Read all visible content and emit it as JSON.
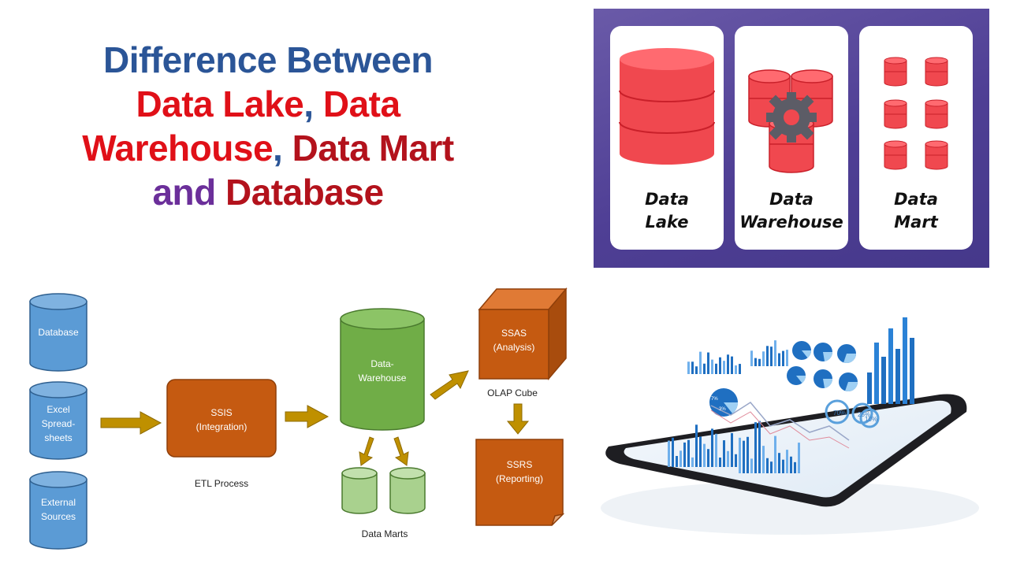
{
  "title": {
    "line1": "Difference Between",
    "line2_a": "Data Lake",
    "line2_b": ", ",
    "line2_c": "Data",
    "line3_a": "Warehouse",
    "line3_b": ", ",
    "line3_c": "Data Mart",
    "line4_a": "and",
    "line4_b": " Database"
  },
  "panel": {
    "cards": [
      {
        "line1": "Data",
        "line2": "Lake"
      },
      {
        "line1": "Data",
        "line2": "Warehouse"
      },
      {
        "line1": "Data",
        "line2": "Mart"
      }
    ]
  },
  "diagram": {
    "sources": [
      {
        "lines": [
          "Database"
        ]
      },
      {
        "lines": [
          "Excel",
          "Spread-",
          "sheets"
        ]
      },
      {
        "lines": [
          "External",
          "Sources"
        ]
      }
    ],
    "ssis": {
      "line1": "SSIS",
      "line2": "(Integration)"
    },
    "etl_caption": "ETL Process",
    "warehouse": {
      "line1": "Data-",
      "line2": "Warehouse"
    },
    "marts_caption": "Data Marts",
    "ssas": {
      "line1": "SSAS",
      "line2": "(Analysis)"
    },
    "olap_caption": "OLAP Cube",
    "ssrs": {
      "line1": "SSRS",
      "line2": "(Reporting)"
    }
  },
  "tablet": {
    "ring_labels": [
      "70%",
      "25%",
      "10%"
    ],
    "small_labels": [
      "7%",
      "3%"
    ]
  },
  "colors": {
    "title_blue": "#2b5597",
    "title_red": "#e01018",
    "title_dark_red": "#b3121c",
    "title_purple": "#6b2f9a",
    "panel_purple": "#4f3f95",
    "db_red": "#f0484f",
    "source_blue": "#5b9bd5",
    "process_orange": "#c55a11",
    "warehouse_green": "#70ad47",
    "mart_green": "#a9d18e",
    "arrow_gold": "#bf9000",
    "chart_blue": "#1f6fc1"
  }
}
